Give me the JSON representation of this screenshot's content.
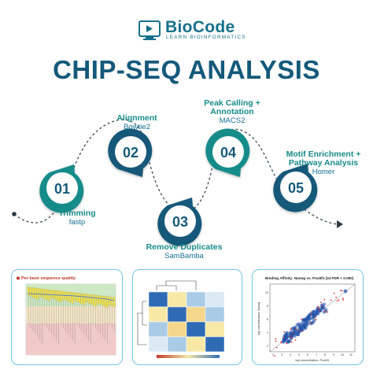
{
  "logo": {
    "name": "BioCode",
    "tagline": "LEARN BIOINFORMATICS"
  },
  "title": "CHIP-SEQ ANALYSIS",
  "steps": [
    {
      "number": "01",
      "title": "Trimming",
      "tool": "fastp"
    },
    {
      "number": "02",
      "title": "Alignment",
      "tool": "Bowtie2"
    },
    {
      "number": "03",
      "title": "Remove Duplicates",
      "tool": "SamBamba"
    },
    {
      "number": "04",
      "title": "Peak Calling + Annotation",
      "title_lines": [
        "Peak Calling +",
        "Annotation"
      ],
      "tool": "MACS2"
    },
    {
      "number": "05",
      "title": "Motif Enrichment + Pathway Analysis",
      "title_lines": [
        "Motif Enrichment +",
        "Pathway Analysis"
      ],
      "tool": "Homer"
    }
  ],
  "panels": {
    "quality": {
      "title": "Per base sequence quality"
    },
    "scatter": {
      "title": "Binding Affinity: Nanog vs. Pou5f1 (34 FDR < 0.050)",
      "xlabel": "log concentration: Pou5f1",
      "ylabel": "log concentration: Nanog",
      "x_ticks": [
        "2",
        "3",
        "4",
        "5",
        "6",
        "7",
        "8",
        "9",
        "10",
        "11"
      ],
      "y_ticks": [
        "2",
        "4",
        "6",
        "8",
        "10"
      ]
    }
  },
  "colors": {
    "teal": "#178c8a",
    "navy": "#14597a",
    "blue": "#156e94",
    "panel_border": "#6fc7e0"
  }
}
